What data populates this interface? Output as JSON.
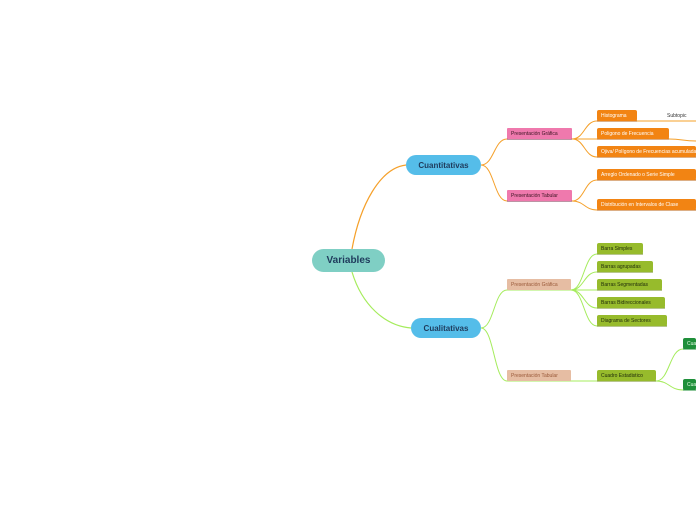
{
  "map": {
    "root": {
      "label": "Variables"
    },
    "branches": [
      {
        "label": "Cuantitativas",
        "children": [
          {
            "label": "Presentación Gráfica",
            "children": [
              {
                "label": "Histograma",
                "children": [
                  {
                    "label": "Subtopic"
                  }
                ]
              },
              {
                "label": "Poligono de Frecuencia"
              },
              {
                "label": "Ojiva/ Polígono de Frecuencias acumuladas"
              }
            ]
          },
          {
            "label": "Presentación Tabular",
            "children": [
              {
                "label": "Arreglo Ordenado o Serie Simple"
              },
              {
                "label": "Distribución en Intervalos de Clase"
              }
            ]
          }
        ]
      },
      {
        "label": "Cualitativas",
        "children": [
          {
            "label": "Presentación Gráfica",
            "children": [
              {
                "label": "Barra Simples"
              },
              {
                "label": "Barras agrupadas"
              },
              {
                "label": "Barras Segmentadas"
              },
              {
                "label": "Barras Bidireccionales"
              },
              {
                "label": "Diagrama de Sectores"
              }
            ]
          },
          {
            "label": "Presentación Tabular",
            "children": [
              {
                "label": "Cuadro Estadistico",
                "children": [
                  {
                    "label": "Cuadro"
                  },
                  {
                    "label": "Cuadro"
                  }
                ]
              }
            ]
          }
        ]
      }
    ]
  },
  "colors": {
    "root_fill": "#7fcfc4",
    "main_fill": "#55bde9",
    "cuantitativas_line": "#f5a02a",
    "cualitativas_line": "#a5ec5c",
    "pink_fill": "#ef79ad",
    "tan_fill": "#e6bda3",
    "orange_fill": "#f28413",
    "olive_fill": "#97bb2c",
    "green_fill": "#1f8f3a"
  }
}
